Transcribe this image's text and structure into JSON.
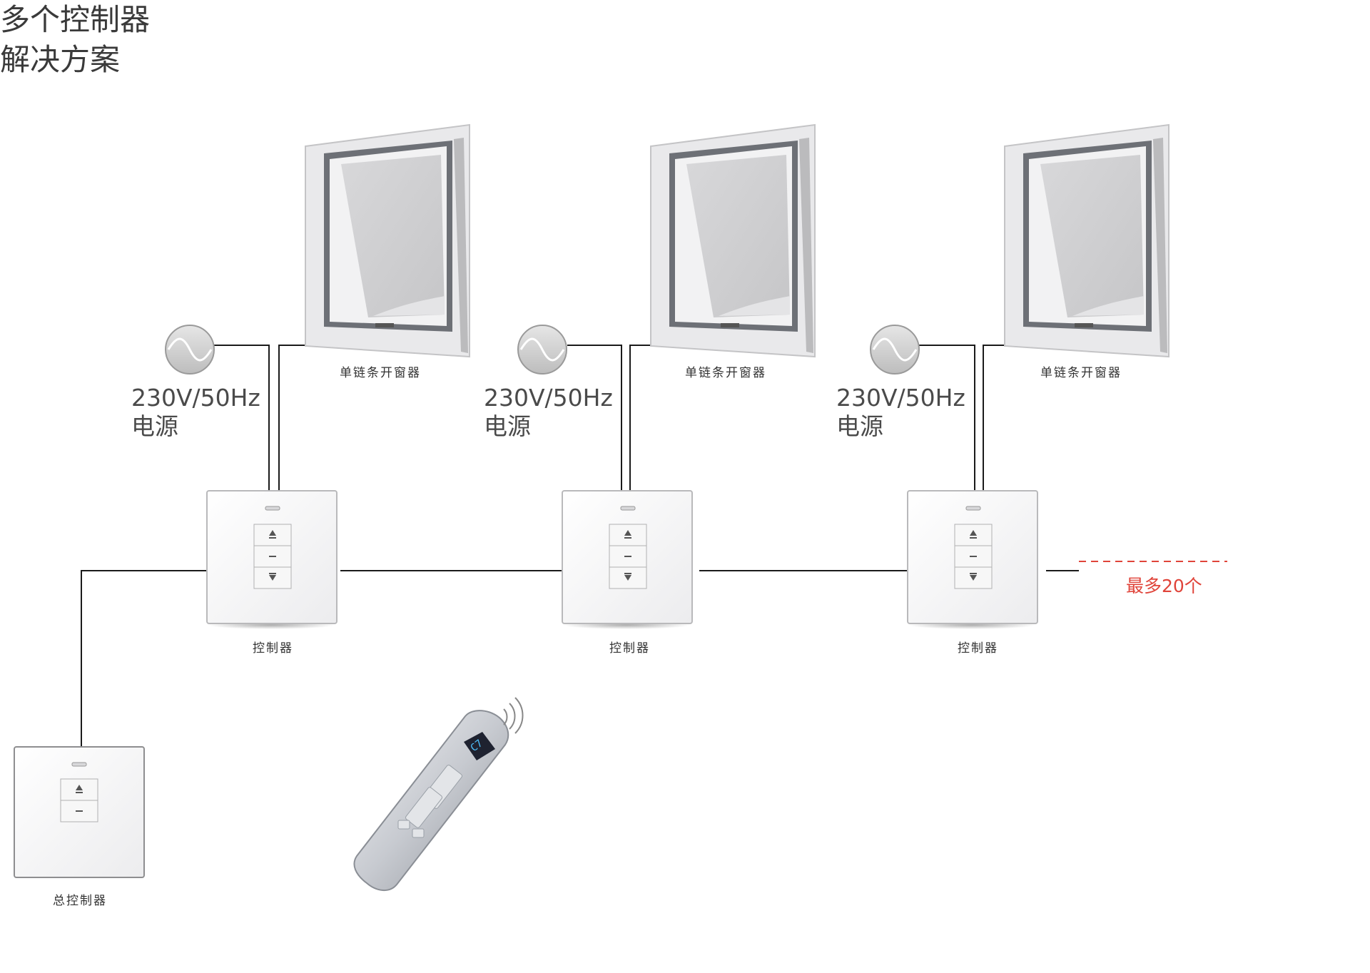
{
  "title": {
    "line1": "多个控制器",
    "line2": "解决方案"
  },
  "power_label": {
    "voltage": "230V/50Hz",
    "name": "电源"
  },
  "window_label": "单链条开窗器",
  "controller_label": "控制器",
  "master_label": "总控制器",
  "max_label": "最多20个",
  "colors": {
    "wire": "#1a1a1a",
    "accent": "#e0443a",
    "frame": "#e7e7e9",
    "frame_dark": "#6b6e74",
    "glass": "#d3d3d5"
  }
}
